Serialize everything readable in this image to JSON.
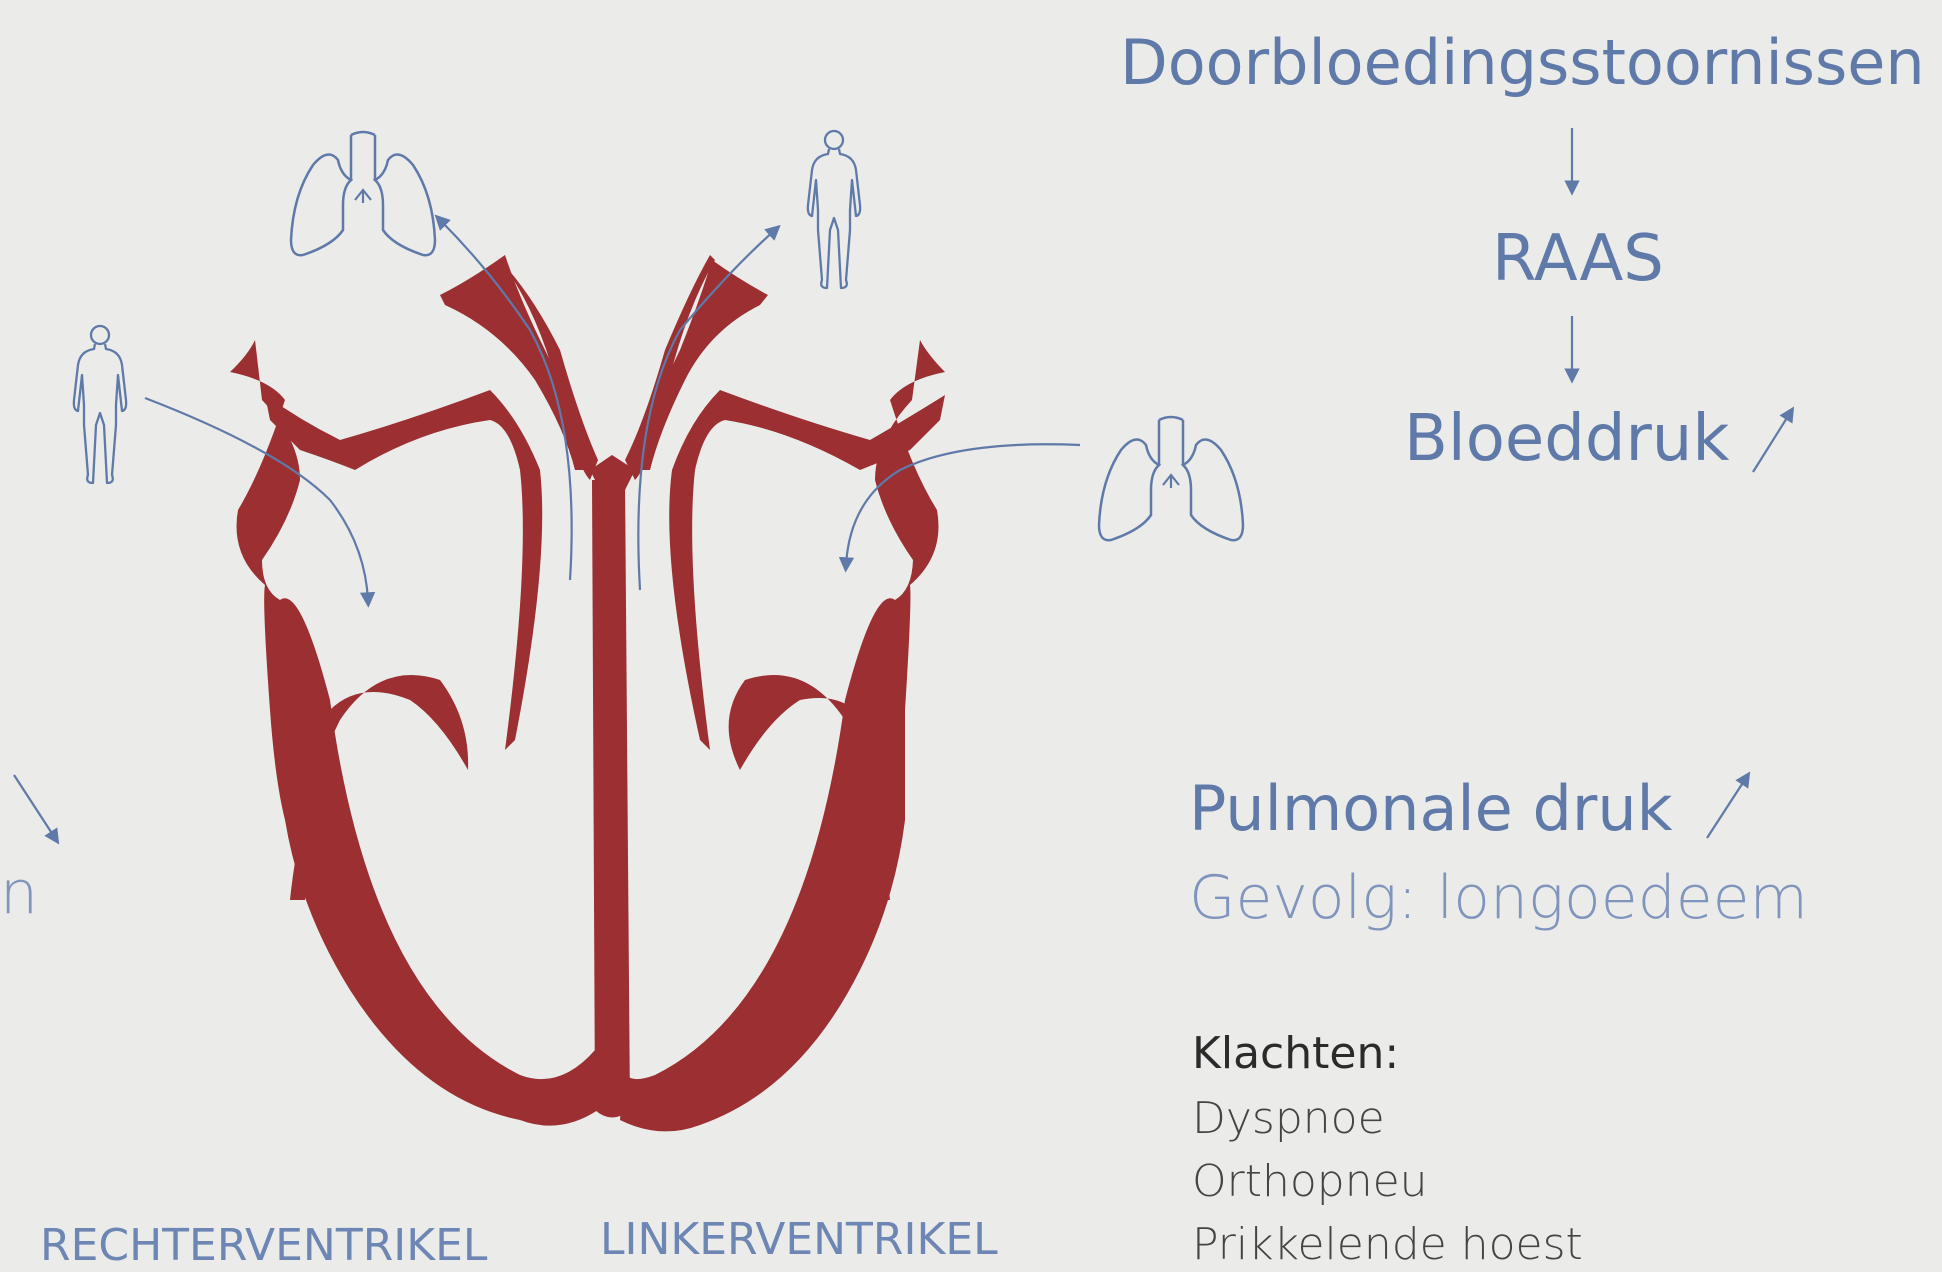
{
  "right_panel": {
    "title": "Doorbloedingsstoornissen",
    "raas": "RAAS",
    "bloeddruk": "Bloeddruk",
    "pulmonale": "Pulmonale druk",
    "gevolg": "Gevolg: longoedeem",
    "klachten_title": "Klachten:",
    "klachten": [
      "Dyspnoe",
      "Orthopneu",
      "Prikkelende hoest"
    ]
  },
  "labels": {
    "right_ventricle": "RECHTERVENTRIKEL",
    "left_ventricle": "LINKERVENTRIKEL",
    "partial_left": "n"
  },
  "colors": {
    "heart": "#9b2f32",
    "accent": "#5f7aa8",
    "background": "#ebebea"
  },
  "icons": [
    "lungs-icon",
    "body-icon",
    "arrow-down-icon",
    "arrow-up-right-icon"
  ]
}
